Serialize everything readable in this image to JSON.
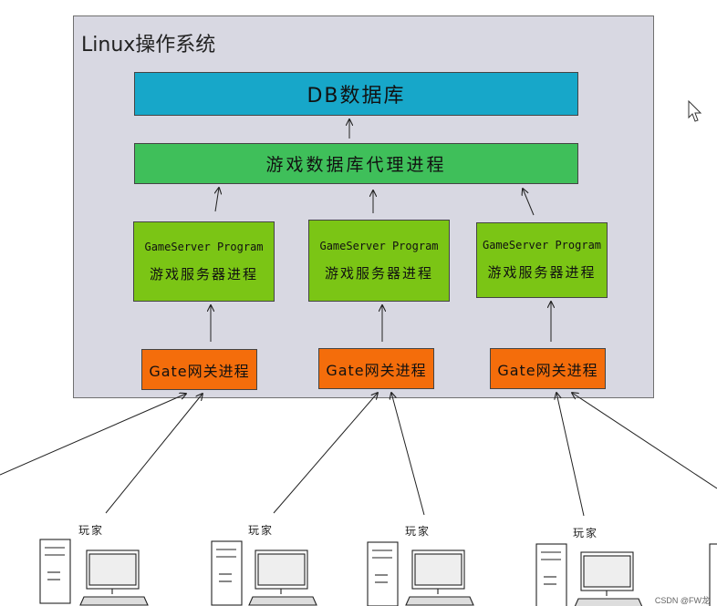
{
  "os": {
    "title": "Linux操作系统"
  },
  "db": {
    "label": "DB数据库"
  },
  "proxy": {
    "label": "游戏数据库代理进程"
  },
  "game_servers": [
    {
      "eng": "GameServer Program",
      "cn": "游戏服务器进程"
    },
    {
      "eng": "GameServer Program",
      "cn": "游戏服务器进程"
    },
    {
      "eng": "GameServer Program",
      "cn": "游戏服务器进程"
    }
  ],
  "gates": [
    {
      "label": "Gate网关进程"
    },
    {
      "label": "Gate网关进程"
    },
    {
      "label": "Gate网关进程"
    }
  ],
  "players": [
    {
      "label": "玩家"
    },
    {
      "label": "玩家"
    },
    {
      "label": "玩家"
    },
    {
      "label": "玩家"
    }
  ],
  "watermark": "CSDN @FW龙",
  "colors": {
    "os_background": "#d8d8e2",
    "db": "#17a7c9",
    "proxy": "#3fbf5a",
    "game_server": "#7bc515",
    "gate": "#f46d0b"
  },
  "icons": [
    "mouse-cursor-icon",
    "computer-icon"
  ]
}
